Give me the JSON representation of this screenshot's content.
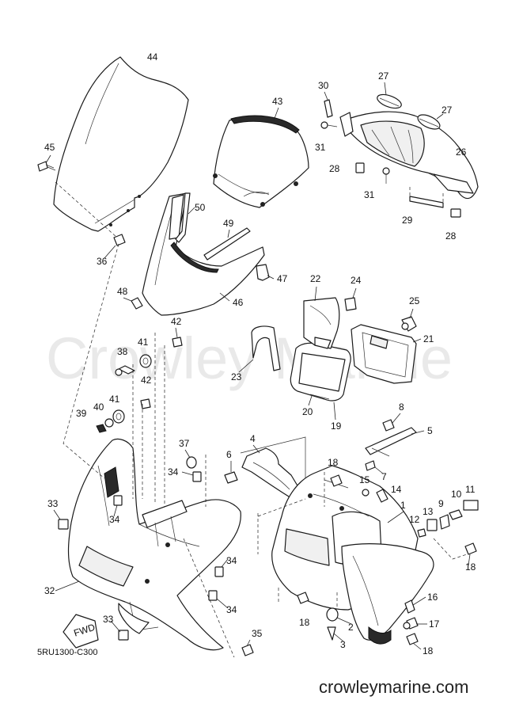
{
  "diagram_code": "5RU1300-C300",
  "watermark": "Crowley Marine",
  "site_url": "crowleymarine.com",
  "fwd_label": "FWD",
  "callouts": [
    "44",
    "45",
    "36",
    "43",
    "30",
    "27",
    "27",
    "31",
    "28",
    "31",
    "26",
    "29",
    "28",
    "50",
    "49",
    "48",
    "47",
    "46",
    "42",
    "22",
    "24",
    "25",
    "38",
    "41",
    "23",
    "21",
    "42",
    "41",
    "40",
    "39",
    "20",
    "19",
    "8",
    "5",
    "4",
    "6",
    "37",
    "34",
    "7",
    "18",
    "15",
    "14",
    "1",
    "11",
    "10",
    "9",
    "13",
    "12",
    "18",
    "33",
    "34",
    "34",
    "32",
    "34",
    "33",
    "35",
    "18",
    "2",
    "3",
    "16",
    "17",
    "18"
  ]
}
